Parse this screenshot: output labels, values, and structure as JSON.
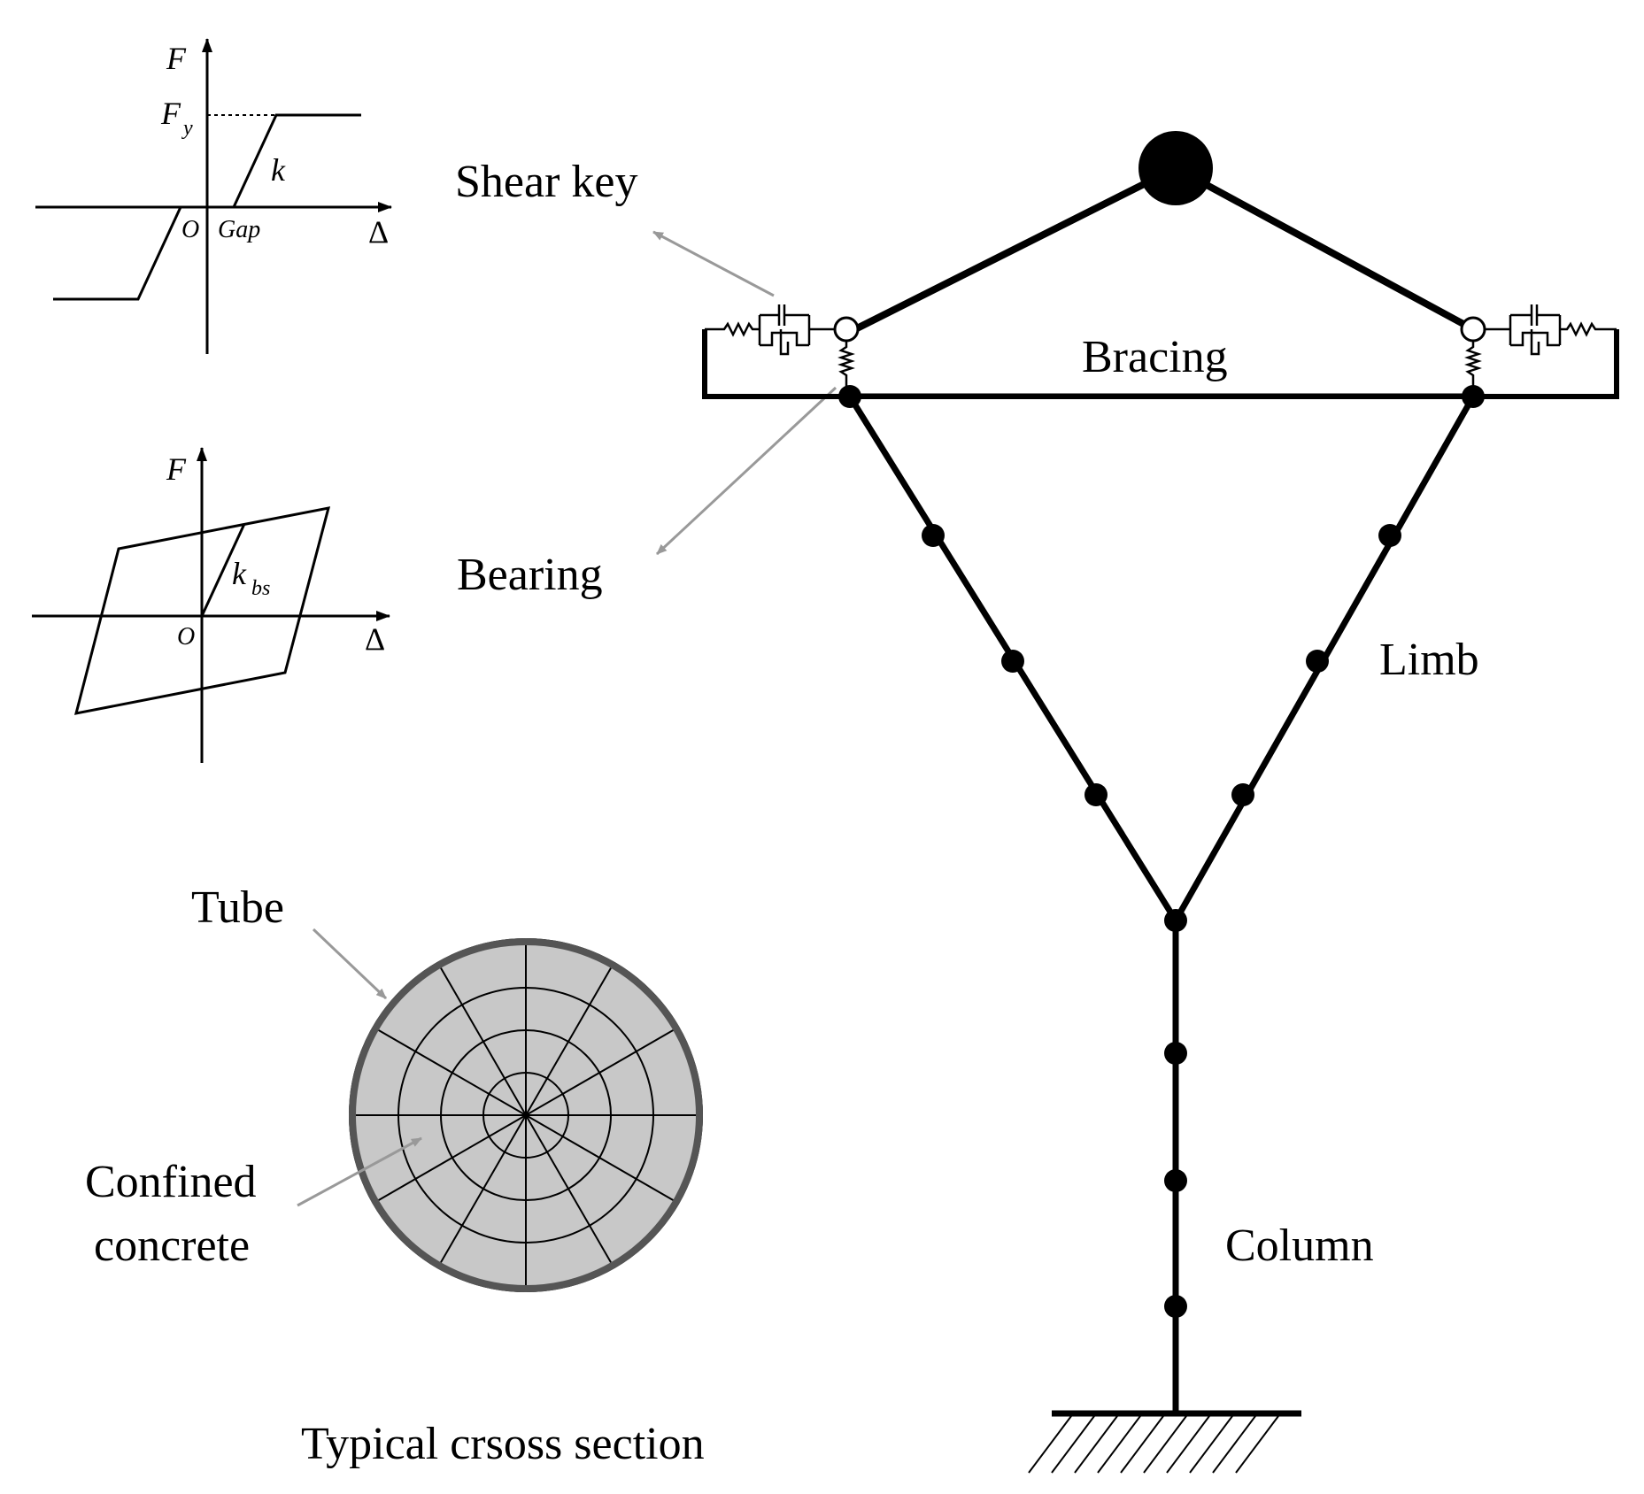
{
  "labels": {
    "shear_key": "Shear key",
    "bearing": "Bearing",
    "bracing": "Bracing",
    "limb": "Limb",
    "column": "Column",
    "tube": "Tube",
    "confined_line1": "Confined",
    "confined_line2": "concrete",
    "caption": "Typical crsoss section"
  },
  "plot_gap": {
    "y_axis": "F",
    "fy_main": "F",
    "fy_sub": "y",
    "k": "k",
    "origin": "O",
    "gap": "Gap",
    "x_axis": "Δ"
  },
  "plot_bearing": {
    "y_axis": "F",
    "kbs_main": "k",
    "kbs_sub": "bs",
    "origin": "O",
    "x_axis": "Δ"
  },
  "colors": {
    "line": "#000000",
    "arrow": "#999999",
    "section_fill": "#c8c8c8",
    "tube_ring": "#555555"
  }
}
